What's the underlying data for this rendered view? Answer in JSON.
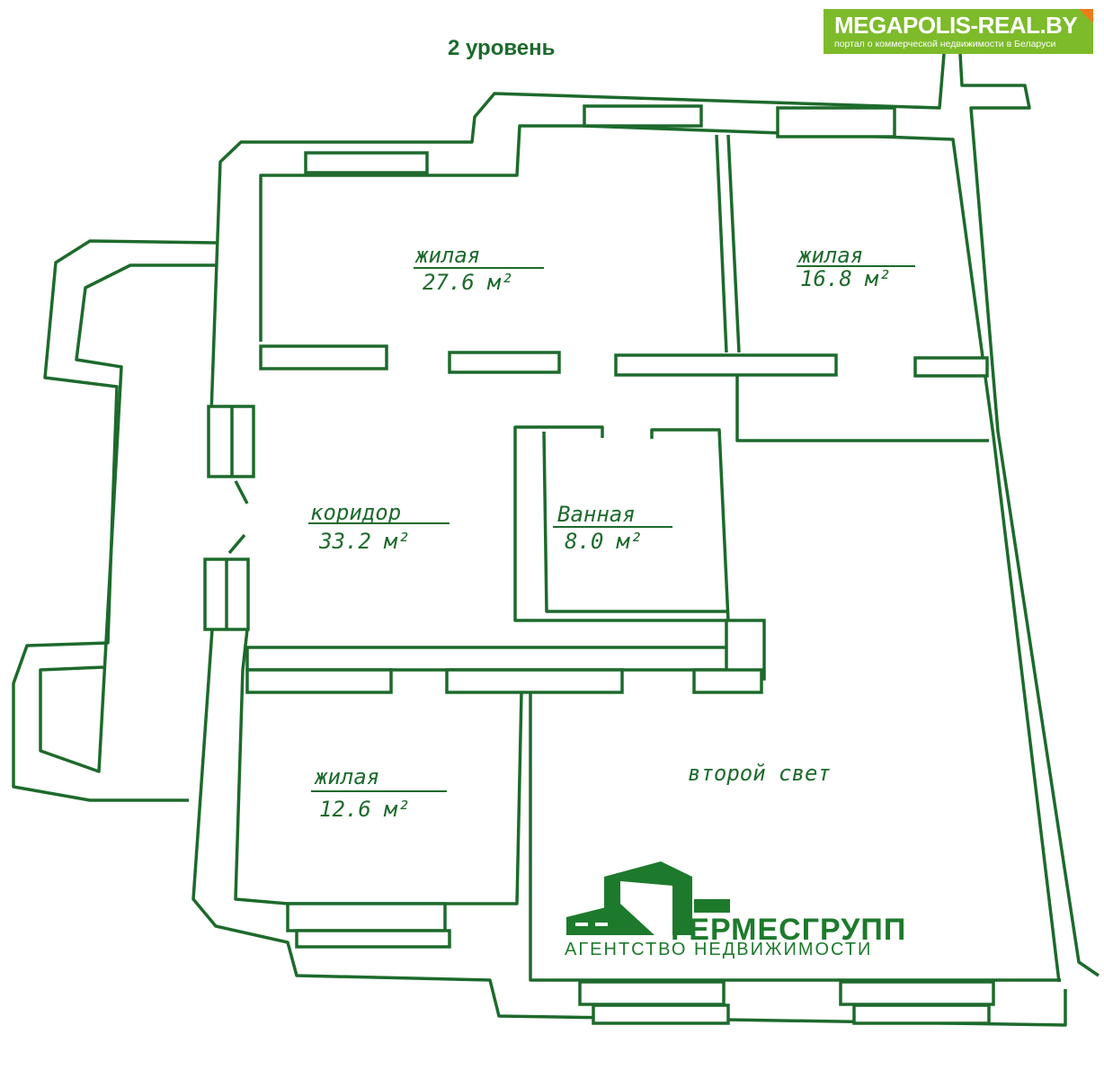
{
  "title": "2 уровень",
  "badge": {
    "name": "MEGAPOLIS-REAL.BY",
    "tagline": "портал о коммерческой недвижимости в Беларуси"
  },
  "agency": {
    "name": "ГЕРМЕСГРУПП",
    "subtitle": "АГЕНТСТВО НЕДВИЖИМОСТИ"
  },
  "rooms": [
    {
      "name": "жилая",
      "area": "27.6 м²"
    },
    {
      "name": "жилая",
      "area": "16.8 м²"
    },
    {
      "name": "коридор",
      "area": "33.2 м²"
    },
    {
      "name": "Ванная",
      "area": "8.0 м²"
    },
    {
      "name": "жилая",
      "area": "12.6 м²"
    },
    {
      "name": "второй свет",
      "area": ""
    }
  ],
  "colors": {
    "line": "#1d6a2c",
    "badge": "#7dbb2a",
    "badge_corner": "#f07a1a"
  }
}
